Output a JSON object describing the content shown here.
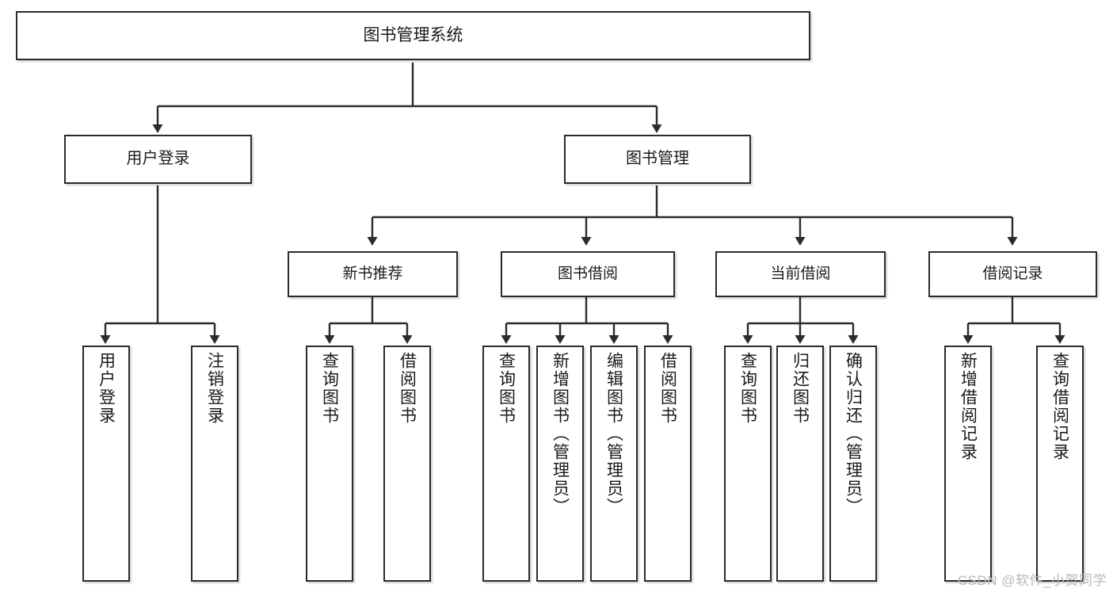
{
  "diagram": {
    "title": "图书管理系统",
    "type": "tree-hierarchy",
    "watermark": "CSDN @软件_小贺同学",
    "colors": {
      "box_border": "#2b2b2b",
      "box_fill": "#ffffff",
      "line": "#2b2b2b",
      "text": "#1a1a1a",
      "watermark": "#b9b9b9"
    },
    "root": {
      "id": "root",
      "label": "图书管理系统"
    },
    "level2": [
      {
        "id": "user-login",
        "label": "用户登录"
      },
      {
        "id": "book-manage",
        "label": "图书管理"
      }
    ],
    "level3": [
      {
        "id": "new-book-rec",
        "label": "新书推荐"
      },
      {
        "id": "book-borrow",
        "label": "图书借阅"
      },
      {
        "id": "current-borrow",
        "label": "当前借阅"
      },
      {
        "id": "borrow-record",
        "label": "借阅记录"
      }
    ],
    "leaves": {
      "user-login": [
        {
          "id": "leaf-user-login",
          "label": "用户登录"
        },
        {
          "id": "leaf-logout-login",
          "label": "注销登录"
        }
      ],
      "new-book-rec": [
        {
          "id": "leaf-query-book-1",
          "label": "查询图书"
        },
        {
          "id": "leaf-borrow-book-1",
          "label": "借阅图书"
        }
      ],
      "book-borrow": [
        {
          "id": "leaf-query-book-2",
          "label": "查询图书"
        },
        {
          "id": "leaf-add-book-admin",
          "label": "新增图书（管理员）"
        },
        {
          "id": "leaf-edit-book-admin",
          "label": "编辑图书（管理员）"
        },
        {
          "id": "leaf-borrow-book-2",
          "label": "借阅图书"
        }
      ],
      "current-borrow": [
        {
          "id": "leaf-query-book-3",
          "label": "查询图书"
        },
        {
          "id": "leaf-return-book",
          "label": "归还图书"
        },
        {
          "id": "leaf-confirm-return-admin",
          "label": "确认归还（管理员）"
        }
      ],
      "borrow-record": [
        {
          "id": "leaf-add-borrow-record",
          "label": "新增借阅记录"
        },
        {
          "id": "leaf-query-borrow-record",
          "label": "查询借阅记录"
        }
      ]
    }
  }
}
